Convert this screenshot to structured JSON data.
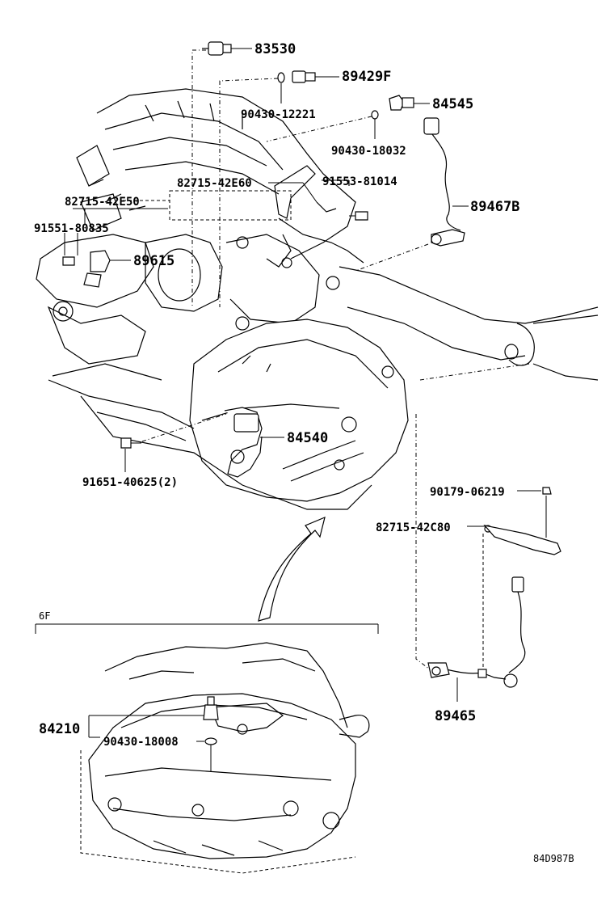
{
  "diagram_id": "84D987B",
  "inset_label": "6F",
  "callouts": {
    "p83530": "83530",
    "p89429f": "89429F",
    "p90430_12221": "90430-12221",
    "p84545": "84545",
    "p90430_18032": "90430-18032",
    "p82715_42e60": "82715-42E60",
    "p91553_81014": "91553-81014",
    "p82715_42e50": "82715-42E50",
    "p89467b": "89467B",
    "p91551_80835": "91551-80835",
    "p89615": "89615",
    "p84540": "84540",
    "p91651_40625": "91651-40625(2)",
    "p90179_06219": "90179-06219",
    "p82715_42c80": "82715-42C80",
    "p89465": "89465",
    "p84210": "84210",
    "p90430_18008": "90430-18008"
  }
}
